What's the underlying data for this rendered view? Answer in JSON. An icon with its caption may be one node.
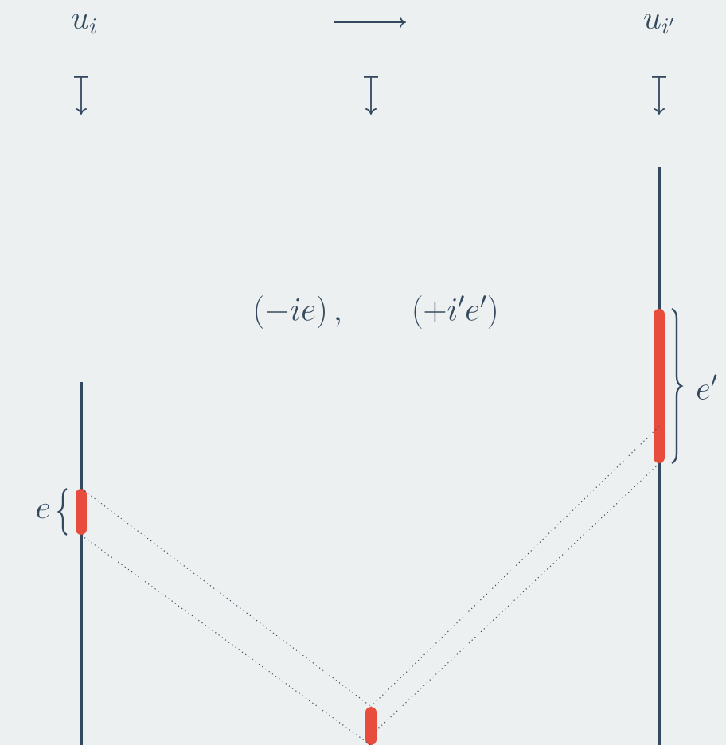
{
  "diagram": {
    "nodes": [
      {
        "text": [],
        "shape": "bar"
      },
      {
        "text": [],
        "shape": "bar"
      },
      {
        "text": [],
        "shape": "bar"
      }
    ],
    "edges": [
      {
        "from": 0,
        "to": 1,
        "arrow": "none",
        "style": "dashed"
      },
      {
        "from": 0,
        "to": 1,
        "arrow": "none",
        "style": "dashed"
      },
      {
        "from": 2,
        "to": 1,
        "arrow": "none",
        "style": "dashed"
      },
      {
        "from": 2,
        "to": 1,
        "arrow": "none",
        "style": "dashed"
      }
    ],
    "labels": [
      "u_i",
      "u_{i'}",
      "(-ie)\\,,\\qquad(+i'e')",
      "e",
      "e'"
    ]
  }
}
